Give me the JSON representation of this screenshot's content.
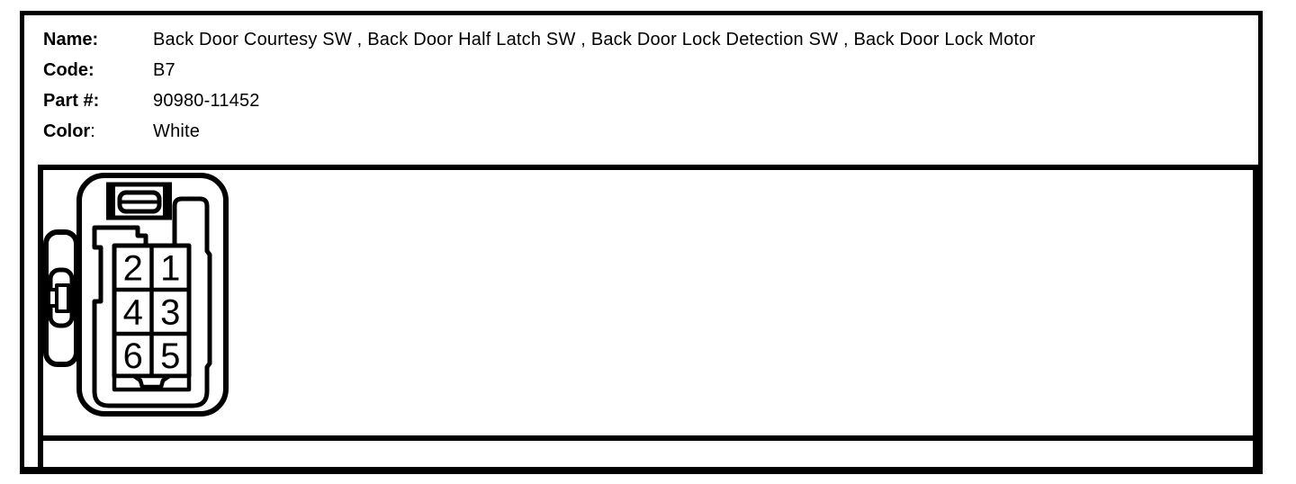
{
  "header": {
    "rows": [
      {
        "label": "Name:",
        "suffix": "",
        "value": "Back Door Courtesy SW , Back Door Half Latch SW , Back Door Lock Detection SW , Back Door Lock Motor"
      },
      {
        "label": "Code:",
        "suffix": "",
        "value": "B7"
      },
      {
        "label": "Part #:",
        "suffix": "",
        "value": "90980-11452"
      },
      {
        "label": "Color",
        "suffix": ":",
        "value": "White"
      }
    ]
  },
  "connector": {
    "pins": [
      [
        "2",
        "1"
      ],
      [
        "4",
        "3"
      ],
      [
        "6",
        "5"
      ]
    ]
  },
  "colors": {
    "ink": "#000000",
    "paper": "#ffffff"
  }
}
